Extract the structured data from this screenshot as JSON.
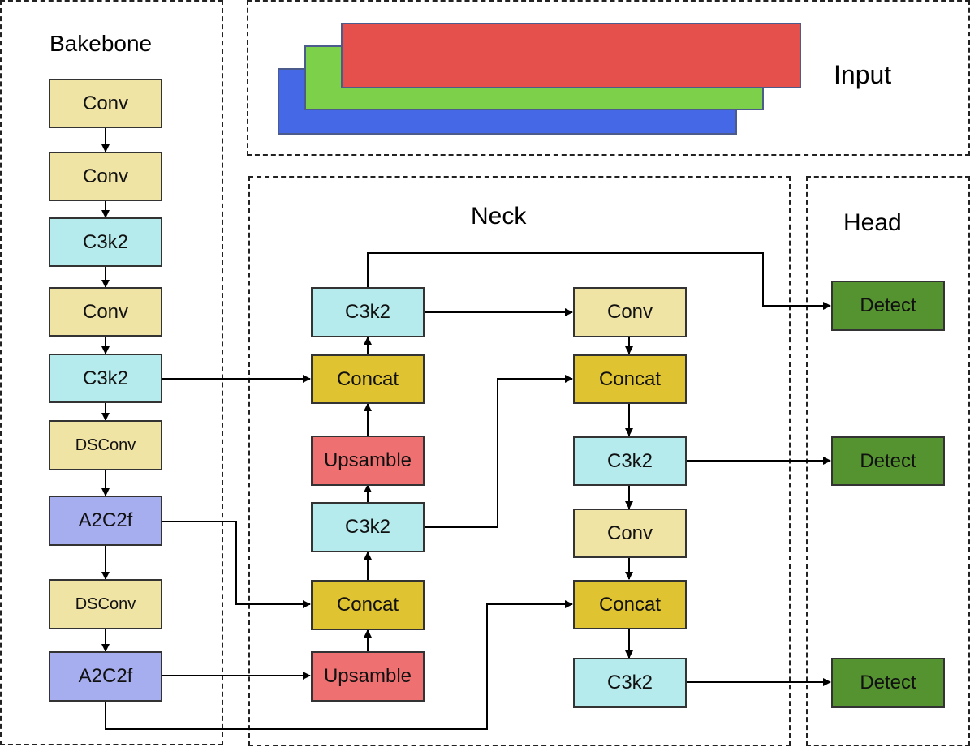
{
  "colors": {
    "conv": "#f0e4a4",
    "c3k2": "#b5ebec",
    "concat": "#dfc330",
    "upsample": "#ef7070",
    "a2c2f": "#a7aef0",
    "detect": "#559230",
    "input_red": "#e6504c",
    "input_green": "#7dd14a",
    "input_blue": "#4569e6"
  },
  "regions": {
    "backbone": {
      "title": "Bakebone"
    },
    "input": {
      "title": "Input"
    },
    "neck": {
      "title": "Neck"
    },
    "head": {
      "title": "Head"
    }
  },
  "backbone": {
    "blocks": [
      {
        "label": "Conv",
        "type": "conv"
      },
      {
        "label": "Conv",
        "type": "conv"
      },
      {
        "label": "C3k2",
        "type": "c3k2"
      },
      {
        "label": "Conv",
        "type": "conv"
      },
      {
        "label": "C3k2",
        "type": "c3k2"
      },
      {
        "label": "DSConv",
        "type": "conv"
      },
      {
        "label": "A2C2f",
        "type": "a2c2f"
      },
      {
        "label": "DSConv",
        "type": "conv"
      },
      {
        "label": "A2C2f",
        "type": "a2c2f"
      }
    ]
  },
  "neck": {
    "left_column": [
      {
        "label": "C3k2",
        "type": "c3k2"
      },
      {
        "label": "Concat",
        "type": "concat"
      },
      {
        "label": "Upsamble",
        "type": "upsample"
      },
      {
        "label": "C3k2",
        "type": "c3k2"
      },
      {
        "label": "Concat",
        "type": "concat"
      },
      {
        "label": "Upsamble",
        "type": "upsample"
      }
    ],
    "right_column": [
      {
        "label": "Conv",
        "type": "conv"
      },
      {
        "label": "Concat",
        "type": "concat"
      },
      {
        "label": "C3k2",
        "type": "c3k2"
      },
      {
        "label": "Conv",
        "type": "conv"
      },
      {
        "label": "Concat",
        "type": "concat"
      },
      {
        "label": "C3k2",
        "type": "c3k2"
      }
    ]
  },
  "head": {
    "blocks": [
      {
        "label": "Detect",
        "type": "detect"
      },
      {
        "label": "Detect",
        "type": "detect"
      },
      {
        "label": "Detect",
        "type": "detect"
      }
    ]
  }
}
